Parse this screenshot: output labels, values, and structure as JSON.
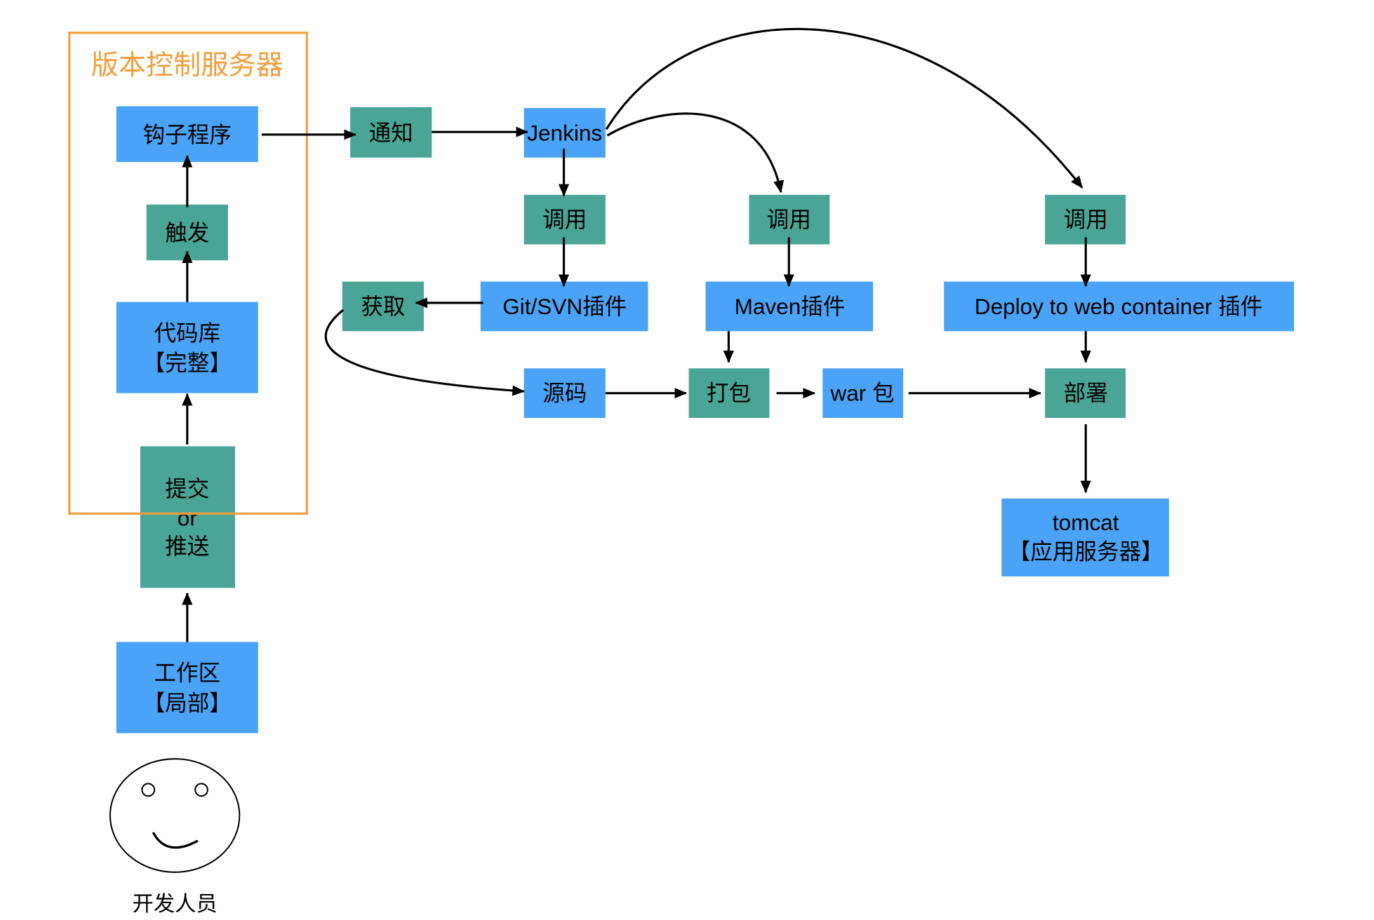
{
  "colors": {
    "blue_node": "#4AA3F6",
    "teal_node": "#4AA596",
    "group_border": "#F19E3C",
    "group_title": "#F19E3C"
  },
  "group": {
    "title": "版本控制服务器"
  },
  "nodes": {
    "hook_program": {
      "label": "钩子程序"
    },
    "trigger": {
      "label": "触发"
    },
    "code_repo": {
      "lines": [
        "代码库",
        "【完整】"
      ]
    },
    "commit_push": {
      "lines": [
        "提交",
        "or",
        "推送"
      ]
    },
    "workspace": {
      "lines": [
        "工作区",
        "【局部】"
      ]
    },
    "notify": {
      "label": "通知"
    },
    "jenkins": {
      "label": "Jenkins"
    },
    "invoke_scm": {
      "label": "调用"
    },
    "invoke_maven": {
      "label": "调用"
    },
    "invoke_deploy": {
      "label": "调用"
    },
    "fetch": {
      "label": "获取"
    },
    "git_svn_plugin": {
      "label": "Git/SVN插件"
    },
    "maven_plugin": {
      "label": "Maven插件"
    },
    "deploy_plugin": {
      "label": "Deploy to web container 插件"
    },
    "source_code": {
      "label": "源码"
    },
    "package": {
      "label": "打包"
    },
    "war_package": {
      "label": "war 包"
    },
    "deploy": {
      "label": "部署"
    },
    "tomcat": {
      "lines": [
        "tomcat",
        "【应用服务器】"
      ]
    }
  },
  "developer": {
    "label": "开发人员",
    "icon": "smiley-face-icon"
  }
}
